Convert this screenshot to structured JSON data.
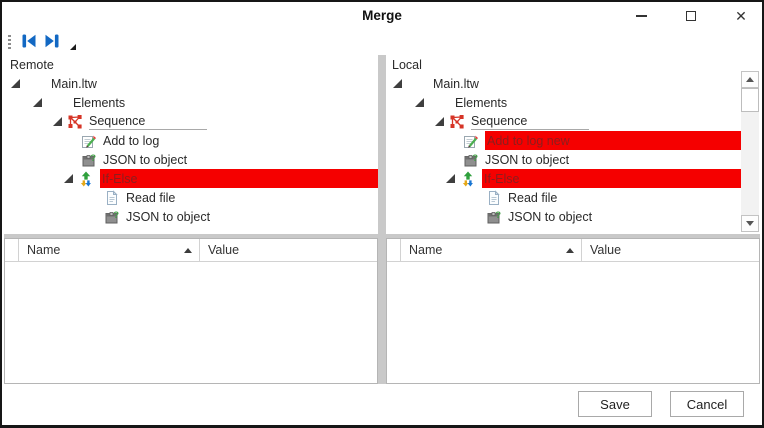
{
  "window": {
    "title": "Merge"
  },
  "toolbar": {
    "prev_diff_icon": "skip-previous",
    "next_diff_icon": "skip-next",
    "overflow_icon": "toolbar-overflow-arrow"
  },
  "panes": [
    {
      "label": "Remote",
      "tree": [
        {
          "label": "Main.ltw",
          "icon": null,
          "expanded": true,
          "highlighted": false
        },
        {
          "label": "Elements",
          "icon": null,
          "expanded": true,
          "highlighted": false
        },
        {
          "label": "Sequence",
          "icon": "sequence-icon",
          "expanded": true,
          "highlighted": false,
          "underlined": true
        },
        {
          "label": "Add to log",
          "icon": "add-to-log-icon",
          "expanded": false,
          "highlighted": false
        },
        {
          "label": "JSON to object",
          "icon": "json-to-object-icon",
          "expanded": false,
          "highlighted": false
        },
        {
          "label": "If-Else",
          "icon": "if-else-icon",
          "expanded": true,
          "highlighted": true
        },
        {
          "label": "Read file",
          "icon": "read-file-icon",
          "expanded": false,
          "highlighted": false
        },
        {
          "label": "JSON to object",
          "icon": "json-to-object-icon",
          "expanded": false,
          "highlighted": false
        }
      ],
      "table": {
        "columns": [
          "Name",
          "Value"
        ],
        "sort": "ascending",
        "rows": []
      }
    },
    {
      "label": "Local",
      "tree": [
        {
          "label": "Main.ltw",
          "icon": null,
          "expanded": true,
          "highlighted": false
        },
        {
          "label": "Elements",
          "icon": null,
          "expanded": true,
          "highlighted": false
        },
        {
          "label": "Sequence",
          "icon": "sequence-icon",
          "expanded": true,
          "highlighted": false,
          "underlined": true
        },
        {
          "label": "Add to log new",
          "icon": "add-to-log-icon",
          "expanded": false,
          "highlighted": true
        },
        {
          "label": "JSON to object",
          "icon": "json-to-object-icon",
          "expanded": false,
          "highlighted": false
        },
        {
          "label": "If-Else",
          "icon": "if-else-icon",
          "expanded": true,
          "highlighted": true
        },
        {
          "label": "Read file",
          "icon": "read-file-icon",
          "expanded": false,
          "highlighted": false
        },
        {
          "label": "JSON to object",
          "icon": "json-to-object-icon",
          "expanded": false,
          "highlighted": false
        }
      ],
      "table": {
        "columns": [
          "Name",
          "Value"
        ],
        "sort": "ascending",
        "rows": []
      }
    }
  ],
  "footer": {
    "save_label": "Save",
    "cancel_label": "Cancel"
  },
  "colors": {
    "diff_highlight": "#f50000",
    "diff_text": "#8b1e1e",
    "toolbar_icon_blue": "#1268c3",
    "sequence_icon_red": "#d63426",
    "splitter_gray": "#c9c9c9"
  }
}
